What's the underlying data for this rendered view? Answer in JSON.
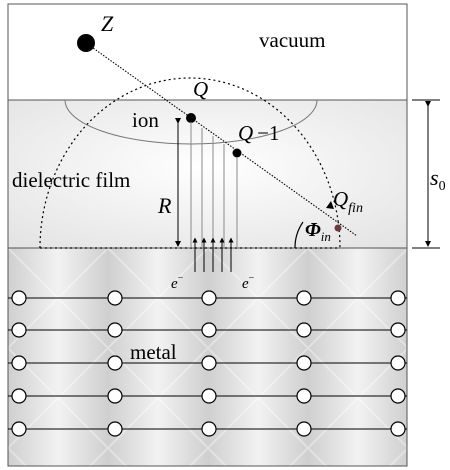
{
  "labels": {
    "projectile": "Z",
    "vacuum": "vacuum",
    "charge_surface": "Q",
    "ion": "ion",
    "charge_mid": "Q",
    "charge_mid_suffix": "−1",
    "film": "dielectric film",
    "distance": "R",
    "final_charge": "Q",
    "final_charge_sub": "fin",
    "angle": "Φ",
    "angle_sub": "in",
    "electron_left": "e",
    "electron_left_sup": "−",
    "electron_right": "e",
    "electron_right_sup": "−",
    "metal": "metal",
    "thickness": "s",
    "thickness_sub": "0"
  },
  "colors": {
    "vacuum": "#ffffff",
    "film": "#e9e9e9",
    "metal": "#d8d8d8",
    "stroke": "#000000",
    "final_dot": "#6b3a3a"
  }
}
